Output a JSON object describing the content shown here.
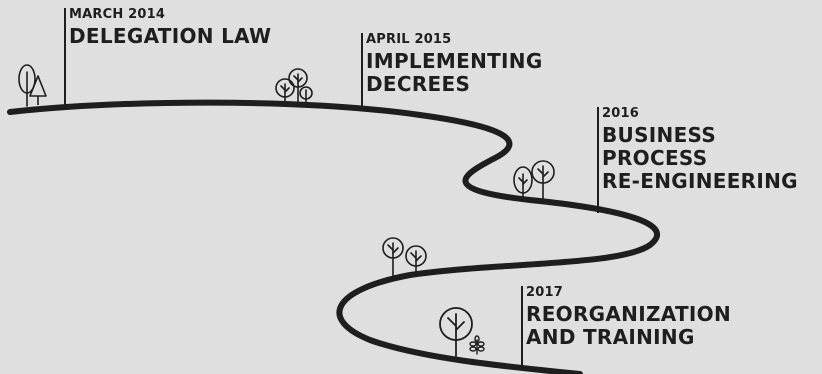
{
  "background_color": "#dfdfdf",
  "road_color": "#1e1e1e",
  "milestones": [
    {
      "date": "MARCH 2014",
      "title_lines": [
        "DELEGATION LAW"
      ]
    },
    {
      "date": "APRIL 2015",
      "title_lines": [
        "IMPLEMENTING",
        "DECREES"
      ]
    },
    {
      "date": "2016",
      "title_lines": [
        "BUSINESS PROCESS",
        "RE-ENGINEERING"
      ]
    },
    {
      "date": "2017",
      "title_lines": [
        "REORGANIZATION",
        "AND TRAINING"
      ]
    }
  ],
  "decorations": [
    "tree-icon",
    "pine-tree-icon",
    "plant-icon"
  ]
}
